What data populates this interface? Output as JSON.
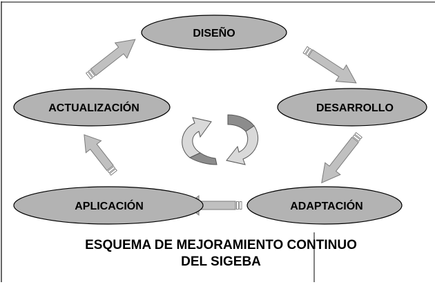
{
  "diagram": {
    "nodes": [
      {
        "id": "diseno",
        "label": "DISEÑO"
      },
      {
        "id": "desarrollo",
        "label": "DESARROLLO"
      },
      {
        "id": "adaptacion",
        "label": "ADAPTACIÓN"
      },
      {
        "id": "aplicacion",
        "label": "APLICACIÓN"
      },
      {
        "id": "actualizacion",
        "label": "ACTUALIZACIÓN"
      }
    ],
    "edges": [
      {
        "from": "diseno",
        "to": "desarrollo"
      },
      {
        "from": "desarrollo",
        "to": "adaptacion"
      },
      {
        "from": "adaptacion",
        "to": "aplicacion"
      },
      {
        "from": "aplicacion",
        "to": "actualizacion"
      },
      {
        "from": "actualizacion",
        "to": "diseno"
      }
    ],
    "center_icon": "cycle-arrows-icon",
    "caption": {
      "line1": "ESQUEMA DE MEJORAMIENTO CONTINUO",
      "line2": "DEL SIGEBA"
    }
  },
  "colors": {
    "node_fill": "#b3b3b3",
    "node_stroke": "#000000",
    "arrow_fill": "#c0c0c0",
    "arrow_stroke": "#7a7a7a",
    "cycle_light": "#d9d9d9",
    "cycle_dark": "#8c8c8c",
    "frame": "#000000",
    "text": "#000000"
  }
}
